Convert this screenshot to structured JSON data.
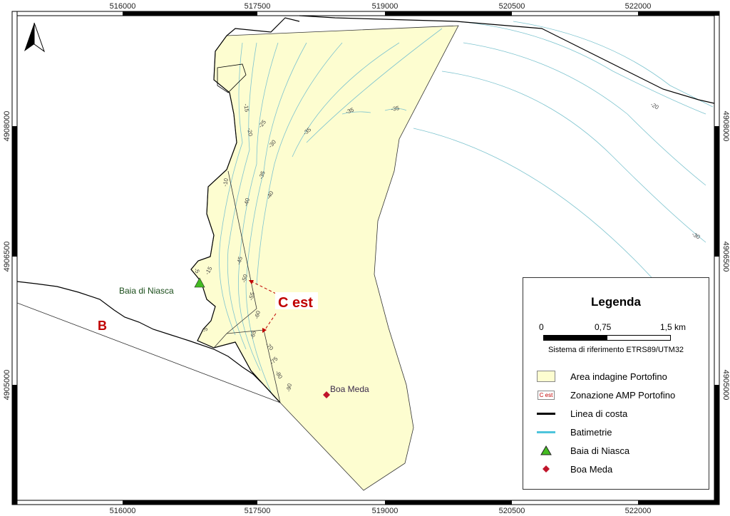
{
  "axes": {
    "x_ticks": [
      "516000",
      "517500",
      "519000",
      "520500",
      "522000"
    ],
    "y_ticks": [
      "4908000",
      "4906500",
      "4905000"
    ]
  },
  "labels": {
    "baia": "Baia di Niasca",
    "boa": "Boa Meda",
    "zone_c": "C est",
    "zone_b": "B",
    "north": "N"
  },
  "contours": [
    "-15",
    "-20",
    "-25",
    "-30",
    "-35",
    "-35",
    "-35",
    "-35",
    "-40",
    "-40",
    "-45",
    "-50",
    "-55",
    "-60",
    "-65",
    "-70",
    "-75",
    "-80",
    "-90",
    "-5",
    "-15",
    "-5",
    "-10",
    "-20",
    "-30"
  ],
  "legend": {
    "title": "Legenda",
    "scale": [
      "0",
      "0,75",
      "1,5 km"
    ],
    "crs": "Sistema di riferimento ETRS89/UTM32",
    "items": [
      {
        "label": "Area indagine Portofino"
      },
      {
        "label": "Zonazione AMP Portofino",
        "symbol_text": "C est"
      },
      {
        "label": "Linea di costa"
      },
      {
        "label": "Batimetrie"
      },
      {
        "label": "Baia di Niasca"
      },
      {
        "label": "Boa Meda"
      }
    ]
  },
  "colors": {
    "area": "#fdfdd0",
    "contour": "#7ec4cf",
    "zone": "#c00000",
    "triangle": "#44bb22",
    "diamond": "#c0142a"
  }
}
